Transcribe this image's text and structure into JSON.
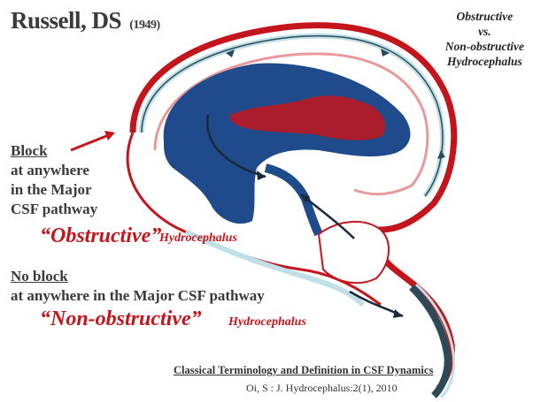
{
  "title": {
    "author": "Russell, DS",
    "year": "(1949)"
  },
  "corner_label": {
    "line1": "Obstructive",
    "line2": "vs.",
    "line3": "Non-obstructive",
    "line4": "Hydrocephalus"
  },
  "block_text": {
    "heading": "Block",
    "line1": "at anywhere",
    "line2": "in the Major",
    "line3": "CSF pathway"
  },
  "obstructive": {
    "term": "“Obstructive”",
    "suffix": "Hydrocephalus"
  },
  "no_block_text": {
    "heading": "No block",
    "line1": "at anywhere in the Major CSF pathway"
  },
  "non_obstructive": {
    "term": "“Non-obstructive”",
    "suffix": "Hydrocephalus"
  },
  "footer": {
    "caption": "Classical Terminology and Definition in CSF Dynamics",
    "citation": "Oi, S : J. Hydrocephalus:2(1), 2010"
  },
  "colors": {
    "ventricle": "#1f4a8c",
    "plexus": "#c4151c",
    "csf_space": "#bfe0e6",
    "outline": "#c4151c",
    "arrow": "#1b2a3a"
  }
}
